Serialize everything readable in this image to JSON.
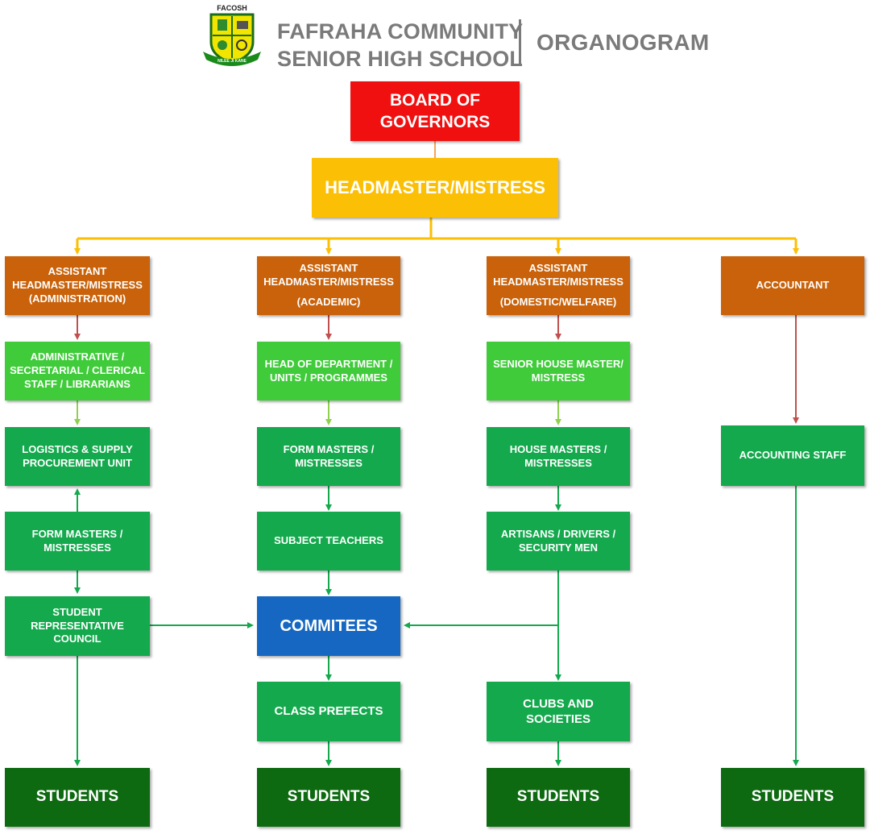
{
  "header": {
    "logo_text": "FACOSH",
    "logo_motto": "NILEE JI KANE",
    "school_line1": "FAFRAHA COMMUNITY",
    "school_line2": "SENIOR HIGH SCHOOL",
    "title": "ORGANOGRAM"
  },
  "colors": {
    "board": "#f01010",
    "head": "#fbbf05",
    "assistant": "#c9620a",
    "second_level": "#3fcb3a",
    "staff": "#14a94d",
    "committees": "#1567c2",
    "students": "#0d6a11",
    "connector_yellow": "#fbbf05",
    "connector_red": "#c0504d",
    "connector_lime": "#8fd14f",
    "connector_green": "#14a94d",
    "connector_orange": "#f4a460"
  },
  "nodes": {
    "board": "BOARD OF GOVERNORS",
    "head": "HEADMASTER/MISTRESS",
    "asst_admin": [
      "ASSISTANT",
      "HEADMASTER/MISTRESS",
      "(ADMINISTRATION)"
    ],
    "asst_academic": [
      "ASSISTANT",
      "HEADMASTER/MISTRESS",
      "(ACADEMIC)"
    ],
    "asst_domestic": [
      "ASSISTANT",
      "HEADMASTER/MISTRESS",
      "(DOMESTIC/WELFARE)"
    ],
    "accountant": "ACCOUNTANT",
    "admin_staff": "ADMINISTRATIVE / SECRETARIAL / CLERICAL STAFF / LIBRARIANS",
    "hod": "HEAD OF DEPARTMENT / UNITS / PROGRAMMES",
    "senior_house": "SENIOR HOUSE MASTER/ MISTRESS",
    "logistics": "LOGISTICS & SUPPLY PROCUREMENT UNIT",
    "form_masters_academic": "FORM MASTERS / MISTRESSES",
    "house_masters": "HOUSE MASTERS / MISTRESSES",
    "accounting_staff": "ACCOUNTING STAFF",
    "form_masters_admin": "FORM MASTERS / MISTRESSES",
    "subject_teachers": "SUBJECT TEACHERS",
    "artisans": "ARTISANS / DRIVERS / SECURITY MEN",
    "src": "STUDENT REPRESENTATIVE COUNCIL",
    "committees": "COMMITEES",
    "class_prefects": "CLASS PREFECTS",
    "clubs": "CLUBS AND SOCIETIES",
    "students_1": "STUDENTS",
    "students_2": "STUDENTS",
    "students_3": "STUDENTS",
    "students_4": "STUDENTS"
  }
}
